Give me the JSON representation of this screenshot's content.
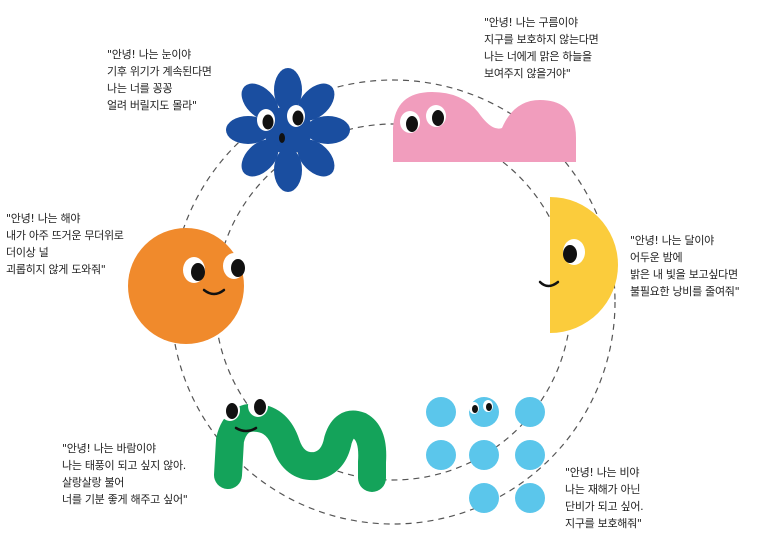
{
  "captions": {
    "snow": {
      "lines": [
        "\"안녕! 나는 눈이야",
        "기후 위기가 계속된다면",
        "나는 너를 꽁꽁",
        "얼려 버릴지도 몰라\""
      ]
    },
    "cloud": {
      "lines": [
        "\"안녕! 나는 구름이야",
        "지구를 보호하지 않는다면",
        "나는 너에게 맑은 하늘을",
        "보여주지 않을거야\""
      ]
    },
    "sun": {
      "lines": [
        "\"안녕! 나는 해야",
        "내가 아주 뜨거운 무더위로",
        "더이상 널",
        "괴롭히지 않게 도와줘\""
      ]
    },
    "moon": {
      "lines": [
        "\"안녕! 나는 달이야",
        "어두운 밤에",
        "밝은 내 빛을 보고싶다면",
        "불필요한 낭비를 줄여줘\""
      ]
    },
    "wind": {
      "lines": [
        "\"안녕! 나는 바람이야",
        "나는 태풍이 되고 싶지 않아.",
        "살랑살랑 불어",
        "너를 기분 좋게 해주고 싶어\""
      ]
    },
    "rain": {
      "lines": [
        "\"안녕! 나는 비야",
        "나는 재해가 아닌",
        "단비가 되고 싶어.",
        "지구를 보호해줘\""
      ]
    }
  },
  "colors": {
    "snow": "#1a4ea0",
    "cloud": "#f19dbd",
    "sun": "#f08a2c",
    "moon": "#fbcc3c",
    "wind": "#14a35a",
    "rain": "#5bc6eb",
    "ring": "#555555"
  }
}
